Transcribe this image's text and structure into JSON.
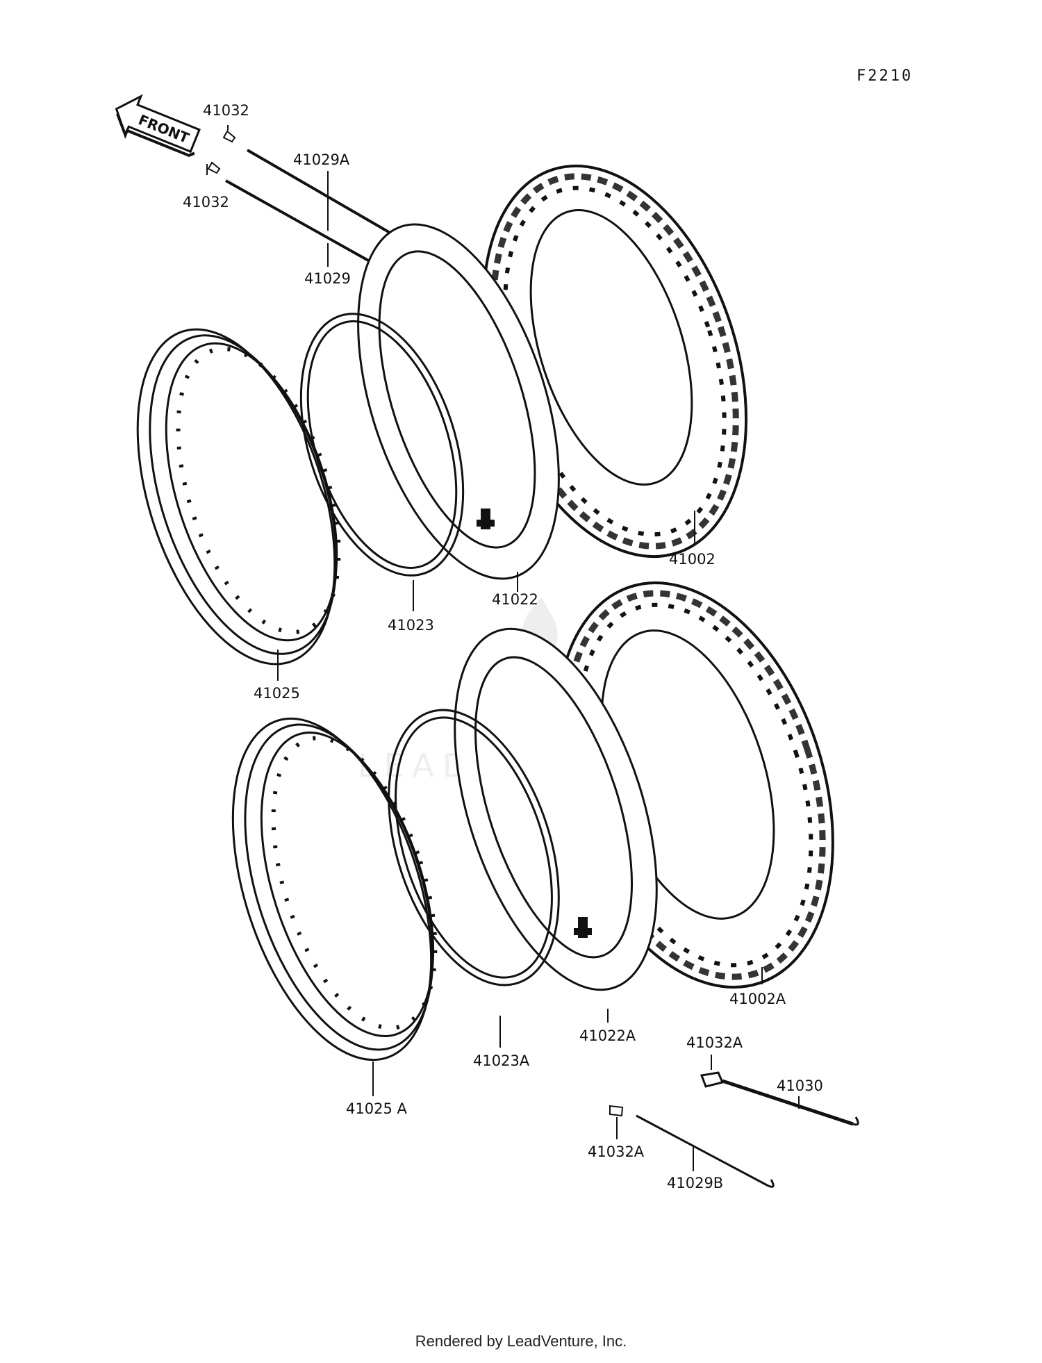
{
  "figure_code": "F2210",
  "front_arrow_label": "FRONT",
  "watermark": "LEADVENTURE",
  "footer": "Rendered by LeadVenture, Inc.",
  "parts": {
    "p41032_a": "41032",
    "p41032_b": "41032",
    "p41029A": "41029A",
    "p41029": "41029",
    "p41002": "41002",
    "p41022": "41022",
    "p41023": "41023",
    "p41025": "41025",
    "p41002A": "41002A",
    "p41022A": "41022A",
    "p41023A": "41023A",
    "p41025A": "41025 A",
    "p41032A_a": "41032A",
    "p41030": "41030",
    "p41032A_b": "41032A",
    "p41029B": "41029B"
  }
}
